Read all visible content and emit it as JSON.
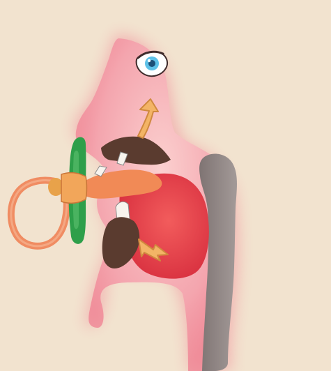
{
  "illustration": {
    "subject": "infant-profile-with-pacifier",
    "elements": [
      "eye-icon",
      "upward-arrow-icon",
      "diagonal-down-right-arrow-icon",
      "pacifier-ring",
      "pacifier-shield",
      "tongue",
      "upper-teeth",
      "lower-teeth",
      "pharynx"
    ],
    "colors": {
      "background": "#f2e3cf",
      "skin": "#f8c3c3",
      "skin_glow": "#f07f91",
      "tongue": "#e8494f",
      "pacifier_ring": "#f08c62",
      "pacifier_shield": "#2e9f4a",
      "pharynx": "#8f8483",
      "arrow": "#f3b466",
      "palate": "#5a3b2f"
    }
  }
}
